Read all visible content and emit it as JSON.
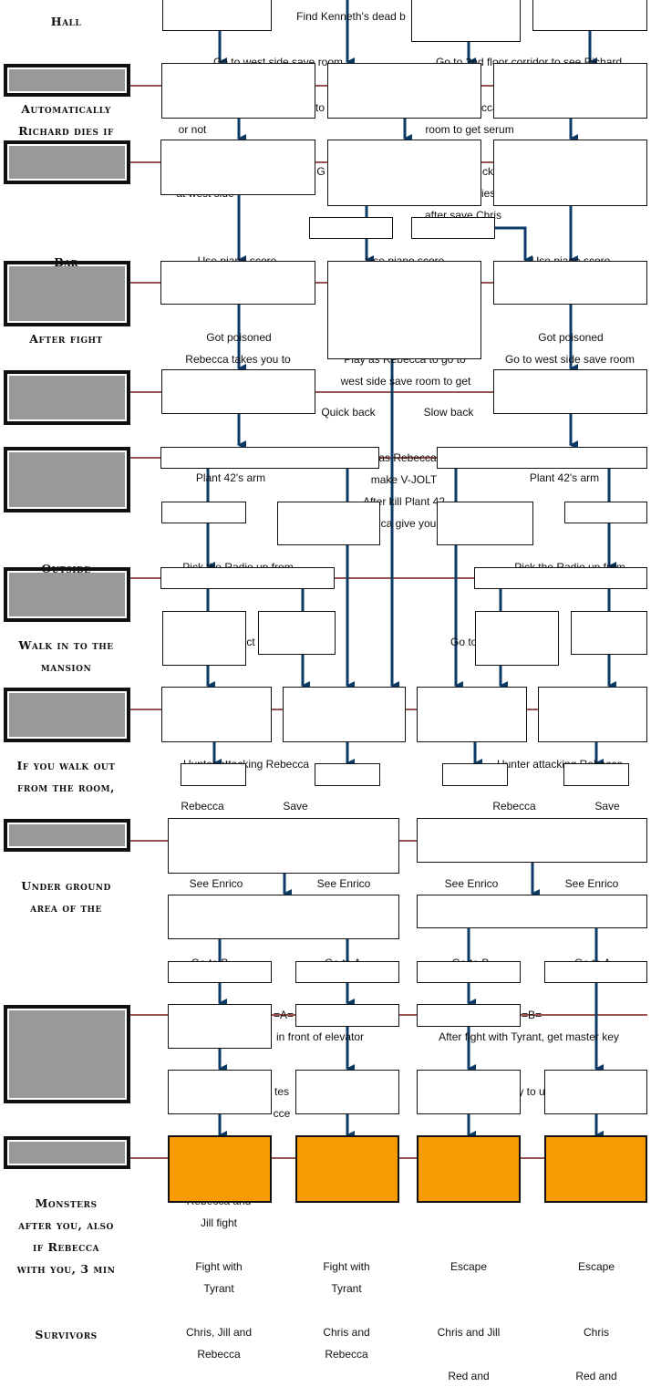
{
  "sidebar": {
    "hall": "Hall",
    "automatically": "Automatically",
    "richard_dies_if": "Richard dies if",
    "bar": "Bar",
    "after_fight": "After fight",
    "outside": "Outside",
    "walk_in": "Walk in to the",
    "mansion": "mansion",
    "if_walk_out": "If you walk out",
    "from_room": "from the room,",
    "underground": "Under ground",
    "area_of_the": "area of the",
    "monsters": "Monsters",
    "after_you_also": "after you, also",
    "if_rebecca": "if Rebecca",
    "with_you": "with you, 3 min",
    "survivors": "Survivors"
  },
  "labels": {
    "find_kenneth": "Find Kenneth's dead b",
    "go_west_side": "Go to west side save room",
    "go_2nd_floor": "Go to 2nd floor corridor to see Richard",
    "to": "to",
    "cca": "cca",
    "or_not": "or not",
    "room_serum": "room to get serum",
    "g": "G",
    "at_west_side": "at west side",
    "ck": "ck",
    "ies": "ies",
    "after_save_chris": "after save Chris",
    "use_piano_1": "Use piano score",
    "use_piano_2": "Use piano score",
    "use_piano_3": "Use piano score",
    "got_poisoned_1": "Got poisoned",
    "got_poisoned_2": "Got poisoned",
    "rebecca_takes": "Rebecca takes you to",
    "play_as_rebecca": "Play as Rebecca to go to",
    "west_side_save_to_get": "west side save room to get",
    "go_west_side_save_room": "Go to west side save room",
    "quick_back": "Quick back",
    "slow_back": "Slow back",
    "as_rebecca": "as Rebecca",
    "make_vjolt": "make V-JOLT",
    "after_kill": "After kill Plant 42",
    "plant42_arm_1": "Plant 42's arm",
    "plant42_arm_2": "Plant 42's arm",
    "ca_give_you": "ca give you",
    "pick_radio_1": "Pick the Radio up from",
    "pick_radio_2": "Pick the Radio up from",
    "ct": "ct",
    "go_to": "Go to",
    "hunter_1": "Hunter attacking Rebecca",
    "hunter_2": "Hunter attacking Rebecca",
    "rebecca_1": "Rebecca",
    "save_1": "Save",
    "rebecca_2": "Rebecca",
    "save_2": "Save",
    "see_enrico_1": "See Enrico",
    "see_enrico_2": "See Enrico",
    "see_enrico_3": "See Enrico",
    "see_enrico_4": "See Enrico",
    "go_to_b_1": "Go to B",
    "go_to_a_1": "Go to A",
    "go_to_b_2": "Go to B",
    "go_to_a_2": "Go to A",
    "eq_a": "=A=",
    "eq_b": "=B=",
    "in_front_elevator": "in front of elevator",
    "after_fight_tyrant": "After fight with Tyrant, get master key",
    "tes": "tes",
    "cce": "cce",
    "y_to_u": "y to u",
    "rebecca_and": "Rebecca and",
    "jill_fight": "Jill fight",
    "fight_tyrant_1": "Fight with",
    "tyrant_1": "Tyrant",
    "fight_tyrant_2": "Fight with",
    "tyrant_2": "Tyrant",
    "escape_1": "Escape",
    "escape_2": "Escape",
    "surv_1a": "Chris, Jill and",
    "surv_1b": "Rebecca",
    "surv_2a": "Chris and",
    "surv_2b": "Rebecca",
    "surv_3a": "Chris and Jill",
    "surv_3b": "Red and",
    "surv_4a": "Chris",
    "surv_4b": "Red and"
  },
  "colors": {
    "arrow": "#0b3a66",
    "connector": "#7a1a14",
    "orange": "#f79b00",
    "marker": "#999999"
  }
}
